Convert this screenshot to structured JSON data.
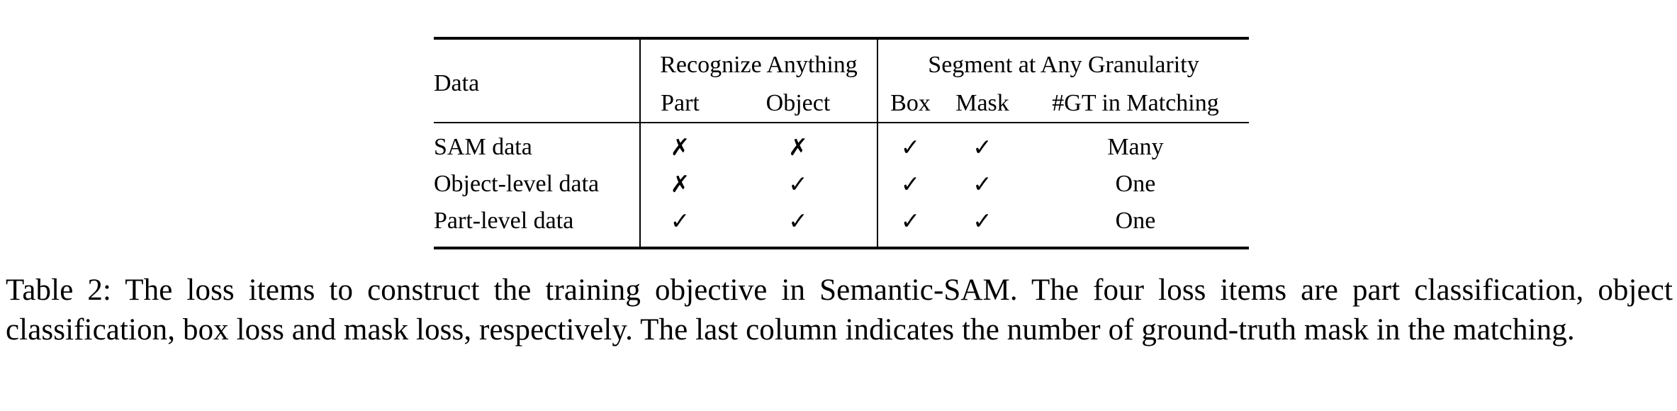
{
  "table": {
    "columns": {
      "data": "Data",
      "group_recognize": "Recognize Anything",
      "group_segment": "Segment at Any Granularity",
      "part": "Part",
      "object": "Object",
      "box": "Box",
      "mask": "Mask",
      "gt_in_matching": "#GT in Matching"
    },
    "marks": {
      "check": "✓",
      "cross": "✗"
    },
    "rows": [
      {
        "label": "SAM data",
        "part": "✗",
        "object": "✗",
        "box": "✓",
        "mask": "✓",
        "gt": "Many"
      },
      {
        "label": "Object-level data",
        "part": "✗",
        "object": "✓",
        "box": "✓",
        "mask": "✓",
        "gt": "One"
      },
      {
        "label": "Part-level data",
        "part": "✓",
        "object": "✓",
        "box": "✓",
        "mask": "✓",
        "gt": "One"
      }
    ]
  },
  "caption": {
    "text": "Table 2: The loss items to construct the training objective in Semantic-SAM. The four loss items are part classification, object classification, box loss and mask loss, respectively. The last column indicates the number of ground-truth mask in the matching."
  },
  "colors": {
    "text": "#000000",
    "background": "#ffffff",
    "rule": "#000000"
  }
}
